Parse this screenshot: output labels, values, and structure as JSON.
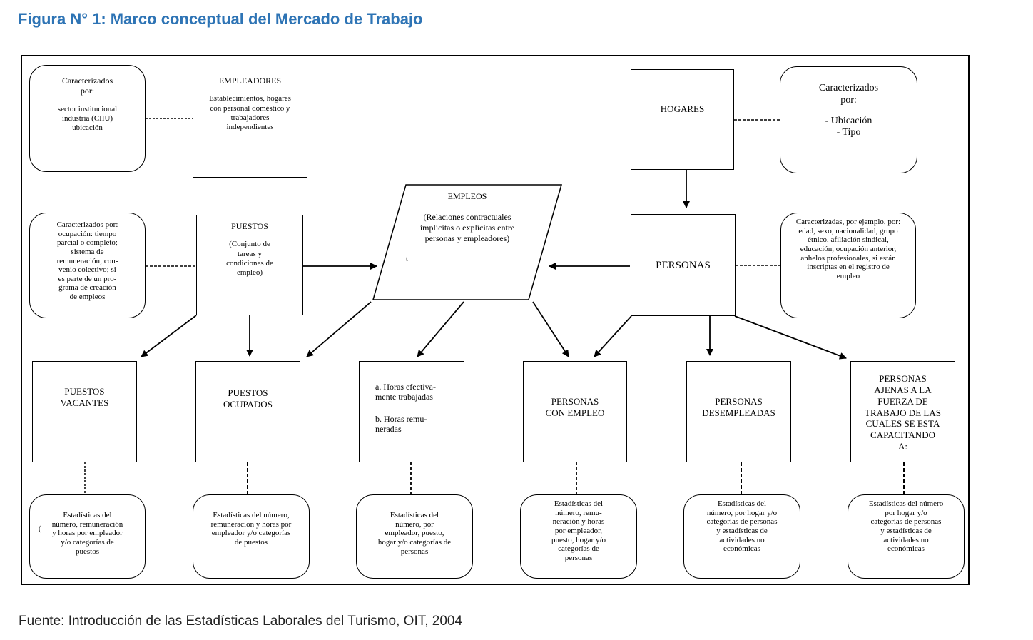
{
  "figure_title": "Figura N° 1: Marco conceptual del Mercado de Trabajo",
  "source_note": "Fuente: Introducción de las Estadísticas Laborales del Turismo, OIT, 2004",
  "nodes": {
    "char_empleadores": {
      "title": "Caracterizados\npor:",
      "body": "sector institucional\nindustria (CIIU)\nubicación"
    },
    "empleadores": {
      "title": "EMPLEADORES",
      "body": "Establecimientos, hogares\ncon personal doméstico y\ntrabajadores\nindependientes"
    },
    "hogares": {
      "title": "HOGARES"
    },
    "char_hogares": {
      "title": "Caracterizados\npor:",
      "body": "- Ubicación\n- Tipo"
    },
    "char_puestos": {
      "body": "Caracterizados por:\nocupación: tiempo\nparcial o completo;\nsistema de\nremuneración; con-\nvenio colectivo;  si\nes parte de un pro-\ngrama de creación\nde empleos"
    },
    "puestos": {
      "title": "PUESTOS",
      "body": "(Conjunto de\ntareas y\ncondiciones de\nempleo)"
    },
    "empleos": {
      "title": "EMPLEOS",
      "body": "(Relaciones contractuales\nimplícitas o explícitas entre\npersonas y empleadores)",
      "stray_mark": "t"
    },
    "personas": {
      "title": "PERSONAS"
    },
    "char_personas": {
      "body": "Caracterizadas, por ejemplo, por:\nedad, sexo, nacionalidad, grupo\nétnico, afiliación sindical,\neducación, ocupación anterior,\nanhelos profesionales, si están\ninscriptas en el registro de\nempleo"
    },
    "puestos_vacantes": {
      "title": "PUESTOS\nVACANTES"
    },
    "puestos_ocupados": {
      "title": "PUESTOS\nOCUPADOS"
    },
    "horas": {
      "line_a": "a. Horas efectiva-\nmente  trabajadas",
      "line_b": "b. Horas remu-\nneradas"
    },
    "personas_con_empleo": {
      "title": "PERSONAS\nCON EMPLEO"
    },
    "personas_desempleadas": {
      "title": "PERSONAS\nDESEMPLEADAS"
    },
    "personas_ajenas": {
      "title": "PERSONAS\nAJENAS A LA\nFUERZA DE\nTRABAJO DE LAS\nCUALES SE ESTA\nCAPACITANDO\nA:"
    },
    "stats_vacantes": {
      "body": "Estadísticas del\nnúmero, remuneración\ny horas por empleador\ny/o categorías de\npuestos",
      "stray_mark": "("
    },
    "stats_ocupados": {
      "body": "Estadísticas del número,\nremuneración y horas por\nempleador y/o categorías\nde puestos"
    },
    "stats_horas": {
      "body": "Estadísticas del\nnúmero, por\nempleador, puesto,\nhogar y/o categorías de\npersonas"
    },
    "stats_con_empleo": {
      "body": "Estadísticas del\nnúmero, remu-\nneración y horas\npor empleador,\npuesto, hogar y/o\ncategorías de\npersonas"
    },
    "stats_desempleadas": {
      "body": "Estadísticas del\nnúmero, por hogar y/o\ncategorías de personas\ny estadísticas de\nactividades no\neconómicas"
    },
    "stats_ajenas": {
      "body": "Estadísticas del número\npor hogar y/o\ncategorías de personas\ny estadísticas de\nactividades no\neconómicas"
    }
  }
}
